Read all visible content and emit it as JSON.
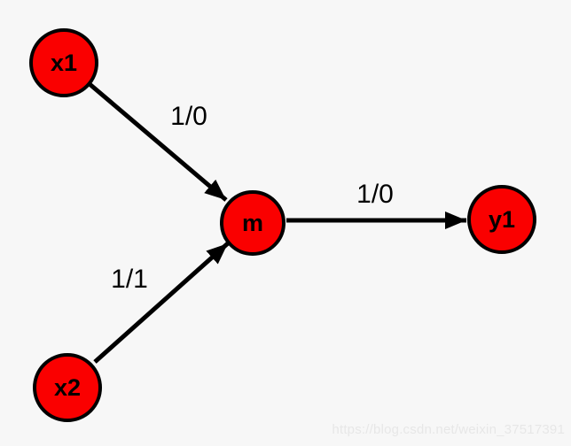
{
  "diagram": {
    "type": "directed-graph",
    "background_color": "#f7f7f7",
    "node_fill_color": "#fa0000",
    "node_border_color": "#000000",
    "edge_color": "#000000",
    "label_color": "#000000",
    "nodes": [
      {
        "id": "x1",
        "label": "x1"
      },
      {
        "id": "x2",
        "label": "x2"
      },
      {
        "id": "m",
        "label": "m"
      },
      {
        "id": "y1",
        "label": "y1"
      }
    ],
    "edges": [
      {
        "from": "x1",
        "to": "m",
        "label": "1/0"
      },
      {
        "from": "x2",
        "to": "m",
        "label": "1/1"
      },
      {
        "from": "m",
        "to": "y1",
        "label": "1/0"
      }
    ]
  },
  "watermark": {
    "text": "https://blog.csdn.net/weixin_37517391",
    "color": "#e7e7e7"
  }
}
